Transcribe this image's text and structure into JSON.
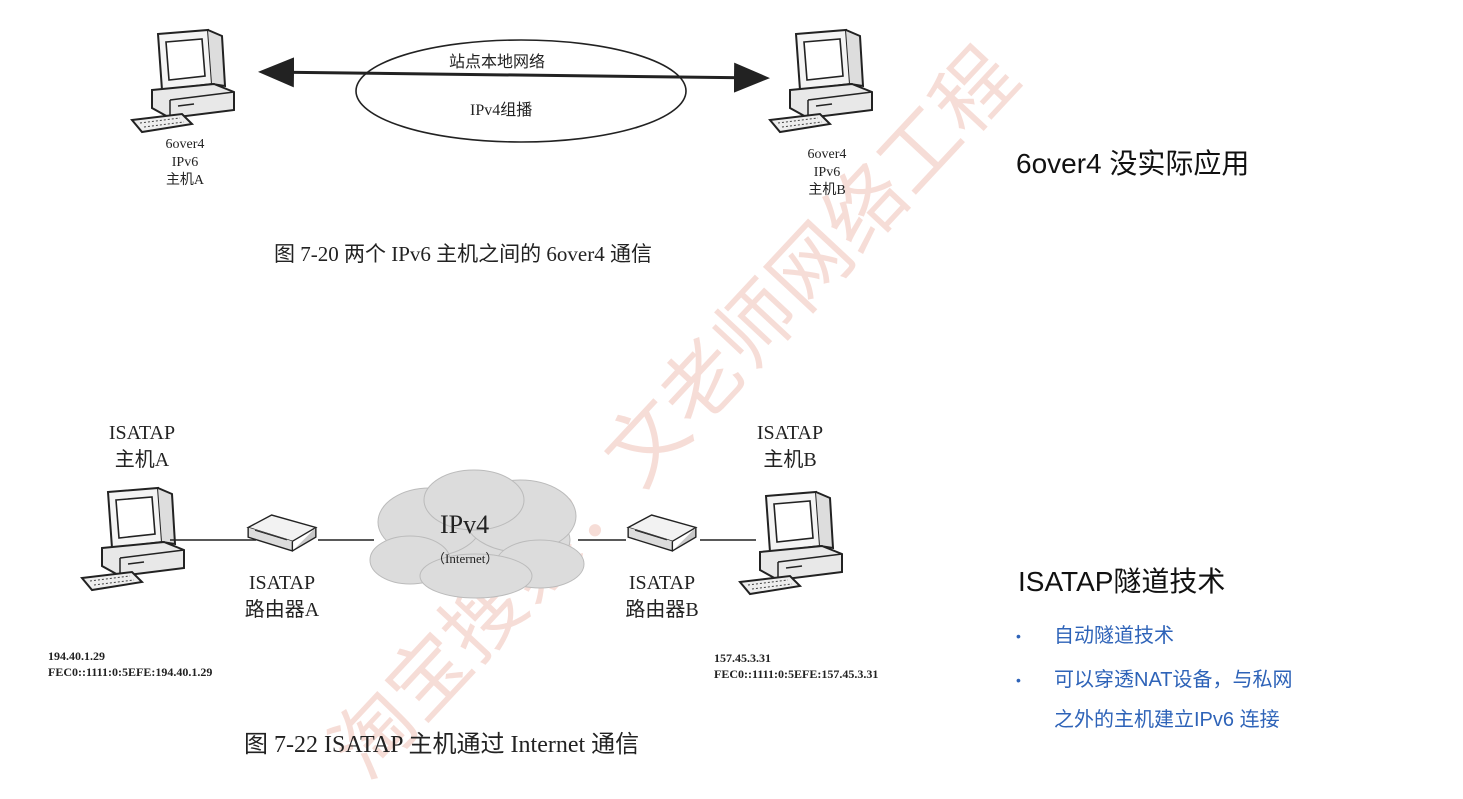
{
  "figure_top": {
    "ellipse_top_label": "站点本地网络",
    "ellipse_bottom_label": "IPv4组播",
    "host_a": [
      "6over4",
      "IPv6",
      "主机A"
    ],
    "host_b": [
      "6over4",
      "IPv6",
      "主机B"
    ],
    "caption": "图 7-20    两个 IPv6 主机之间的 6over4 通信"
  },
  "figure_bottom": {
    "host_a_label": [
      "ISATAP",
      "主机A"
    ],
    "host_b_label": [
      "ISATAP",
      "主机B"
    ],
    "router_a_label": [
      "ISATAP",
      "路由器A"
    ],
    "router_b_label": [
      "ISATAP",
      "路由器B"
    ],
    "cloud_title": "IPv4",
    "cloud_subtitle": "（Internet）",
    "addr_a": [
      "194.40.1.29",
      "FEC0::1111:0:5EFE:194.40.1.29"
    ],
    "addr_b": [
      "157.45.3.31",
      "FEC0::1111:0:5EFE:157.45.3.31"
    ],
    "caption": "图 7-22    ISATAP 主机通过 Internet 通信"
  },
  "right_panel": {
    "note_6over4": "6over4 没实际应用",
    "isatap_title": "ISATAP隧道技术",
    "bullets": [
      "自动隧道技术",
      "可以穿透NAT设备，与私网"
    ],
    "bullet_continuation": "之外的主机建立IPv6 连接",
    "bullet_color": "#2e63b8"
  },
  "watermark": "淘宝搜索：文老师网络工程"
}
